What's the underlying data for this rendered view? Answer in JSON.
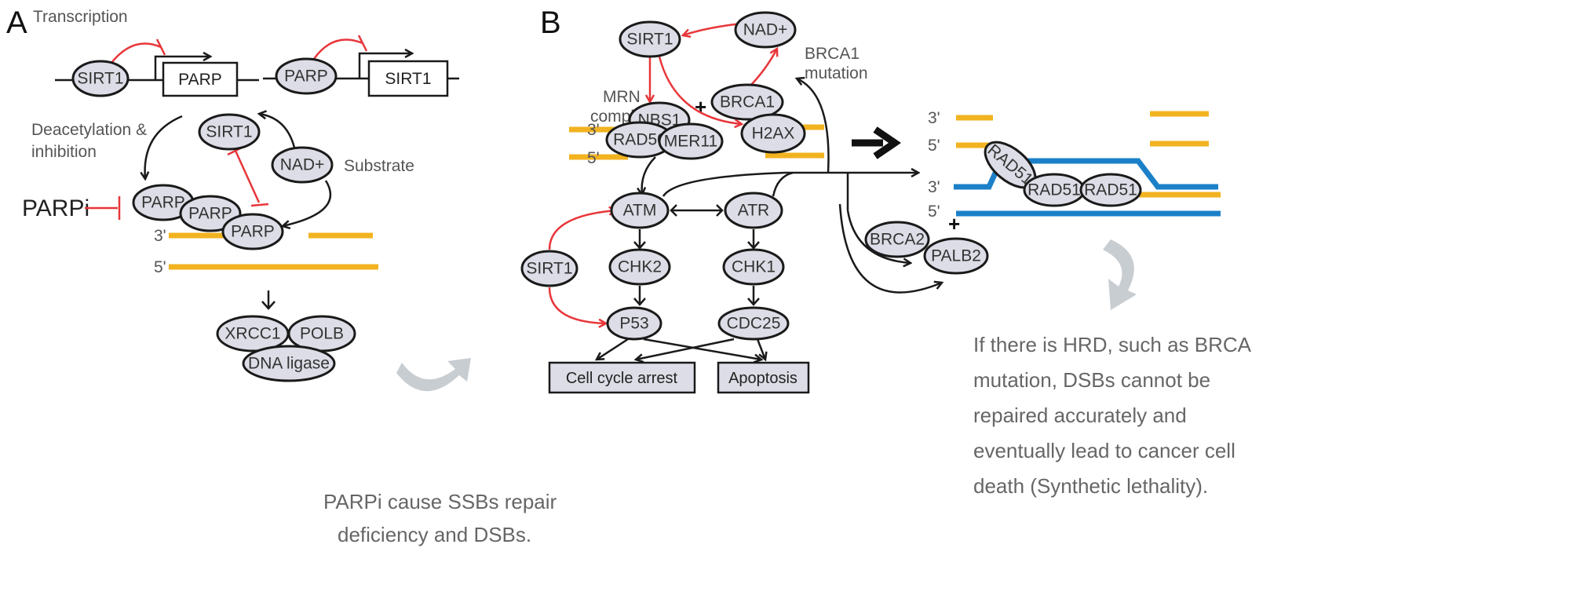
{
  "panel_a": {
    "letter": "A",
    "transcription_label": "Transcription",
    "gene1": {
      "protein": "SIRT1",
      "gene": "PARP"
    },
    "gene2": {
      "protein": "PARP",
      "gene": "SIRT1"
    },
    "deacetylation_label_1": "Deacetylation &",
    "deacetylation_label_2": "inhibition",
    "substrate_label": "Substrate",
    "inhibitor_label": "PARPi",
    "strand_3": "3'",
    "strand_5": "5'",
    "nodes": {
      "sirt1": "SIRT1",
      "nad": "NAD+",
      "parp1": "PARP",
      "parp2": "PARP",
      "parp3": "PARP",
      "xrcc1": "XRCC1",
      "polb": "POLB",
      "ligase": "DNA ligase"
    },
    "caption_1": "PARPi cause SSBs repair",
    "caption_2": "deficiency and DSBs."
  },
  "panel_b": {
    "letter": "B",
    "brca1_mutation_1": "BRCA1",
    "brca1_mutation_2": "mutation",
    "mrn_1": "MRN",
    "mrn_2": "complex",
    "plus": "+",
    "strand_3": "3'",
    "strand_5": "5'",
    "nodes": {
      "sirt1_top": "SIRT1",
      "nad": "NAD+",
      "brca1": "BRCA1",
      "nbs1": "NBS1",
      "rad50": "RAD50",
      "mer11": "MER11",
      "h2ax": "H2AX",
      "atm": "ATM",
      "atr": "ATR",
      "chk2": "CHK2",
      "chk1": "CHK1",
      "p53": "P53",
      "cdc25": "CDC25",
      "sirt1_left": "SIRT1",
      "brca2": "BRCA2",
      "palb2": "PALB2",
      "rad51_a": "RAD51",
      "rad51_b": "RAD51",
      "rad51_c": "RAD51"
    },
    "outcome_arrest": "Cell cycle arrest",
    "outcome_apoptosis": "Apoptosis",
    "caption": [
      "If there is HRD, such as BRCA",
      "mutation, DSBs cannot be",
      "repaired accurately and",
      "eventually lead to cancer cell",
      "death (Synthetic lethality)."
    ]
  },
  "colors": {
    "node_fill": "#dcdde6",
    "inhibit_red": "#e8363a",
    "dna_yellow": "#f2b320",
    "dna_blue": "#1b80c8",
    "caption_gray": "#666666"
  }
}
